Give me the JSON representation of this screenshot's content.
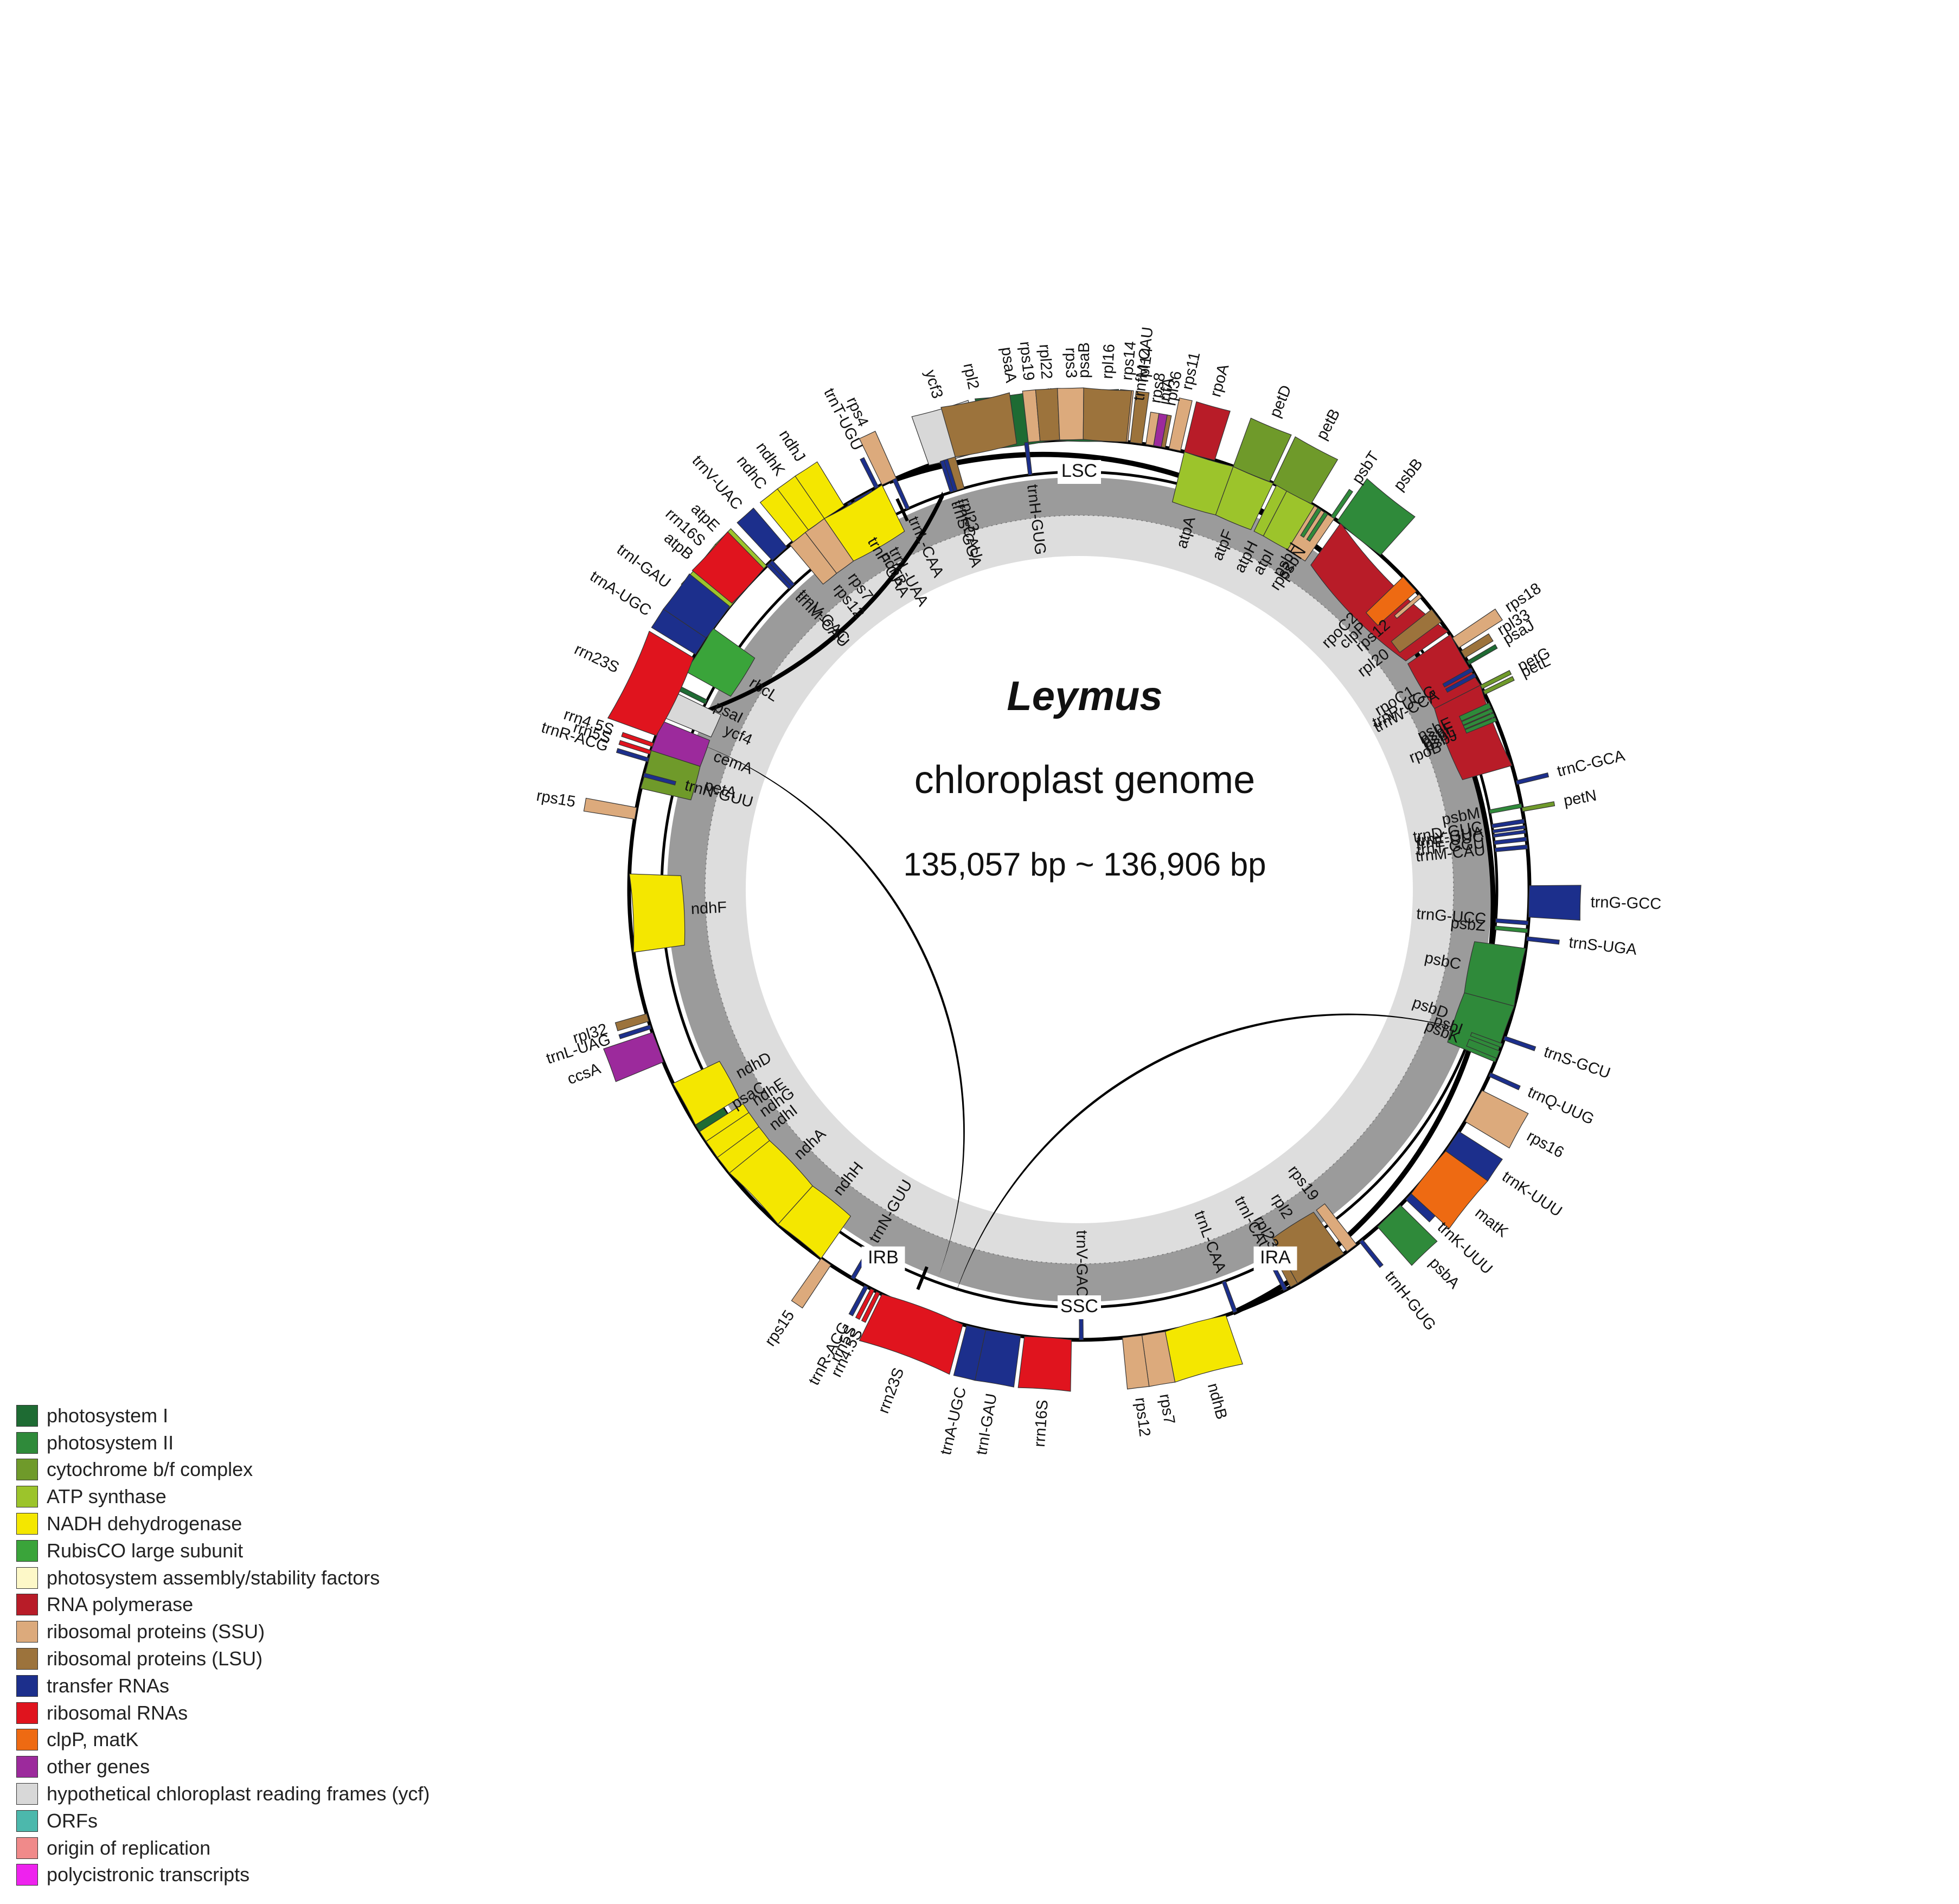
{
  "title": {
    "organism": "Leymus",
    "subtitle": "chloroplast genome",
    "size_range": "135,057 bp ~ 136,906 bp"
  },
  "regions": [
    {
      "label": "LSC"
    },
    {
      "label": "IRA"
    },
    {
      "label": "SSC"
    },
    {
      "label": "IRB"
    }
  ],
  "legend": [
    {
      "label": "photosystem I",
      "color": "#1e6b33"
    },
    {
      "label": "photosystem II",
      "color": "#2f8a3a"
    },
    {
      "label": "cytochrome b/f complex",
      "color": "#6f9a2a"
    },
    {
      "label": "ATP synthase",
      "color": "#9cc42b"
    },
    {
      "label": "NADH dehydrogenase",
      "color": "#f4e700"
    },
    {
      "label": "RubisCO large subunit",
      "color": "#3aa43a"
    },
    {
      "label": "photosystem assembly/stability factors",
      "color": "#fdf8c8"
    },
    {
      "label": "RNA polymerase",
      "color": "#b81c28"
    },
    {
      "label": "ribosomal proteins (SSU)",
      "color": "#dcaa7c"
    },
    {
      "label": "ribosomal proteins (LSU)",
      "color": "#9c733c"
    },
    {
      "label": "transfer RNAs",
      "color": "#1c2f8c"
    },
    {
      "label": "ribosomal RNAs",
      "color": "#e0141e"
    },
    {
      "label": "clpP, matK",
      "color": "#ee6a12"
    },
    {
      "label": "other genes",
      "color": "#9c2a9c"
    },
    {
      "label": "hypothetical chloroplast reading frames (ycf)",
      "color": "#d8d8d8"
    },
    {
      "label": "ORFs",
      "color": "#4cb8ac"
    },
    {
      "label": "origin of replication",
      "color": "#f08a8a"
    },
    {
      "label": "polycistronic transcripts",
      "color": "#ee22ee"
    }
  ],
  "genes": [
    {
      "name": "psaA",
      "cat": "photosystem I",
      "s": 93.5,
      "e": 102.0,
      "side": "out"
    },
    {
      "name": "psaB",
      "cat": "photosystem I",
      "s": 85.5,
      "e": 93.3,
      "side": "out"
    },
    {
      "name": "rps14",
      "cat": "ribosomal proteins (SSU)",
      "s": 83.8,
      "e": 85.3,
      "side": "out"
    },
    {
      "name": "trnfM-CAU",
      "cat": "transfer RNAs",
      "s": 82.7,
      "e": 83.2,
      "side": "out"
    },
    {
      "name": "ycf3",
      "cat": "hypothetical chloroplast reading frames (ycf)",
      "s": 102.8,
      "e": 109.5,
      "side": "out"
    },
    {
      "name": "rps4",
      "cat": "ribosomal proteins (SSU)",
      "s": 114.0,
      "e": 116.0,
      "side": "out"
    },
    {
      "name": "trnT-UGU",
      "cat": "transfer RNAs",
      "s": 116.5,
      "e": 117.0,
      "side": "out"
    },
    {
      "name": "trnS-GGA",
      "cat": "transfer RNAs",
      "s": 107.5,
      "e": 108.0,
      "side": "in"
    },
    {
      "name": "trnL-UAA",
      "cat": "transfer RNAs",
      "s": 117.5,
      "e": 120.0,
      "side": "in"
    },
    {
      "name": "trnF-GAA",
      "cat": "transfer RNAs",
      "s": 120.5,
      "e": 121.0,
      "side": "in"
    },
    {
      "name": "ndhJ",
      "cat": "NADH dehydrogenase",
      "s": 121.5,
      "e": 124.5,
      "side": "out"
    },
    {
      "name": "ndhK",
      "cat": "NADH dehydrogenase",
      "s": 124.5,
      "e": 127.0,
      "side": "out"
    },
    {
      "name": "ndhC",
      "cat": "NADH dehydrogenase",
      "s": 127.0,
      "e": 129.5,
      "side": "out"
    },
    {
      "name": "trnV-UAC",
      "cat": "transfer RNAs",
      "s": 130.5,
      "e": 133.0,
      "side": "out"
    },
    {
      "name": "trnM-CAU",
      "cat": "transfer RNAs",
      "s": 133.5,
      "e": 134.0,
      "side": "in"
    },
    {
      "name": "atpE",
      "cat": "ATP synthase",
      "s": 134.0,
      "e": 136.5,
      "side": "out"
    },
    {
      "name": "atpB",
      "cat": "ATP synthase",
      "s": 136.5,
      "e": 142.5,
      "side": "out"
    },
    {
      "name": "rbcL",
      "cat": "RubisCO large subunit",
      "s": 144.5,
      "e": 151.0,
      "side": "in"
    },
    {
      "name": "psaI",
      "cat": "photosystem I",
      "s": 153.0,
      "e": 153.6,
      "side": "in"
    },
    {
      "name": "ycf4",
      "cat": "hypothetical chloroplast reading frames (ycf)",
      "s": 154.0,
      "e": 157.5,
      "side": "in"
    },
    {
      "name": "cemA",
      "cat": "other genes",
      "s": 158.0,
      "e": 162.0,
      "side": "in"
    },
    {
      "name": "petA",
      "cat": "cytochrome b/f complex",
      "s": 162.0,
      "e": 167.0,
      "side": "in"
    },
    {
      "name": "atpA",
      "cat": "ATP synthase",
      "s": 70.0,
      "e": 76.5,
      "side": "in"
    },
    {
      "name": "atpF",
      "cat": "ATP synthase",
      "s": 64.5,
      "e": 70.0,
      "side": "in"
    },
    {
      "name": "atpH",
      "cat": "ATP synthase",
      "s": 62.5,
      "e": 64.0,
      "side": "in"
    },
    {
      "name": "atpI",
      "cat": "ATP synthase",
      "s": 58.5,
      "e": 62.5,
      "side": "in"
    },
    {
      "name": "rps2",
      "cat": "ribosomal proteins (SSU)",
      "s": 55.5,
      "e": 58.5,
      "side": "in"
    },
    {
      "name": "rpoC2",
      "cat": "RNA polymerase",
      "s": 35.0,
      "e": 54.5,
      "side": "in"
    },
    {
      "name": "rpoC1",
      "cat": "RNA polymerase",
      "s": 27.0,
      "e": 34.5,
      "side": "in"
    },
    {
      "name": "rpoB",
      "cat": "RNA polymerase",
      "s": 16.0,
      "e": 27.0,
      "side": "in"
    },
    {
      "name": "psbM",
      "cat": "photosystem II",
      "s": 10.5,
      "e": 11.0,
      "side": "in"
    },
    {
      "name": "trnC-GCA",
      "cat": "transfer RNAs",
      "s": 13.5,
      "e": 14.0,
      "side": "out"
    },
    {
      "name": "petN",
      "cat": "cytochrome b/f complex",
      "s": 10.0,
      "e": 10.5,
      "side": "out"
    },
    {
      "name": "trnD-GUC",
      "cat": "transfer RNAs",
      "s": 8.5,
      "e": 9.0,
      "side": "in"
    },
    {
      "name": "trnY-GUA",
      "cat": "transfer RNAs",
      "s": 7.8,
      "e": 8.2,
      "side": "in"
    },
    {
      "name": "trnE-UUC",
      "cat": "transfer RNAs",
      "s": 7.2,
      "e": 7.6,
      "side": "in"
    },
    {
      "name": "trnT-GGU",
      "cat": "transfer RNAs",
      "s": 6.2,
      "e": 6.7,
      "side": "in"
    },
    {
      "name": "trnM-CAU",
      "cat": "transfer RNAs",
      "s": 5.2,
      "e": 5.7,
      "side": "in"
    },
    {
      "name": "trnG-GCC",
      "cat": "transfer RNAs",
      "s": -3.5,
      "e": 0.5,
      "side": "out"
    },
    {
      "name": "trnG-UCC",
      "cat": "transfer RNAs",
      "s": -4.5,
      "e": -4.0,
      "side": "in"
    },
    {
      "name": "psbZ",
      "cat": "photosystem II",
      "s": -5.5,
      "e": -5.0,
      "side": "in"
    },
    {
      "name": "psbC",
      "cat": "photosystem II",
      "s": -15.0,
      "e": -7.5,
      "side": "in"
    },
    {
      "name": "trnS-UGA",
      "cat": "transfer RNAs",
      "s": -6.5,
      "e": -6.0,
      "side": "out"
    },
    {
      "name": "psbD",
      "cat": "photosystem II",
      "s": -22.5,
      "e": -15.0,
      "side": "in"
    },
    {
      "name": "psbI",
      "cat": "photosystem II",
      "s": -20.5,
      "e": -20.0,
      "side": "in"
    },
    {
      "name": "trnS-GCU",
      "cat": "transfer RNAs",
      "s": -19.5,
      "e": -19.0,
      "side": "out"
    },
    {
      "name": "psbK",
      "cat": "photosystem II",
      "s": -22.0,
      "e": -21.0,
      "side": "in"
    },
    {
      "name": "trnQ-UUG",
      "cat": "transfer RNAs",
      "s": -24.5,
      "e": -24.0,
      "side": "out"
    },
    {
      "name": "rps16",
      "cat": "ribosomal proteins (SSU)",
      "s": -31.0,
      "e": -26.5,
      "side": "out"
    },
    {
      "name": "trnK-UUU",
      "cat": "transfer RNAs",
      "s": -35.5,
      "e": -32.5,
      "side": "out"
    },
    {
      "name": "matK",
      "cat": "clpP, matK",
      "s": -42.5,
      "e": -35.5,
      "side": "out"
    },
    {
      "name": "trnK-UUU",
      "cat": "transfer RNAs",
      "s": -43.5,
      "e": -42.5,
      "side": "out"
    },
    {
      "name": "psbA",
      "cat": "photosystem II",
      "s": -48.5,
      "e": -44.5,
      "side": "out"
    },
    {
      "name": "trnH-GUG",
      "cat": "transfer RNAs",
      "s": -51.5,
      "e": -51.0,
      "side": "out"
    },
    {
      "name": "rps19",
      "cat": "ribosomal proteins (SSU)",
      "s": -53.5,
      "e": -52.0,
      "side": "in"
    },
    {
      "name": "rpl2",
      "cat": "ribosomal proteins (LSU)",
      "s": -61.0,
      "e": -54.0,
      "side": "in"
    },
    {
      "name": "rpl23",
      "cat": "ribosomal proteins (LSU)",
      "s": -62.0,
      "e": -61.0,
      "side": "in"
    },
    {
      "name": "trnI-CAU",
      "cat": "transfer RNAs",
      "s": -63.0,
      "e": -62.5,
      "side": "in"
    },
    {
      "name": "trnL-CAA",
      "cat": "transfer RNAs",
      "s": -70.0,
      "e": -69.5,
      "side": "in"
    },
    {
      "name": "ndhB",
      "cat": "NADH dehydrogenase",
      "s": -79.0,
      "e": -71.0,
      "side": "out"
    },
    {
      "name": "rps7",
      "cat": "ribosomal proteins (SSU)",
      "s": -82.0,
      "e": -79.0,
      "side": "out"
    },
    {
      "name": "rps12",
      "cat": "ribosomal proteins (SSU)",
      "s": -84.5,
      "e": -82.0,
      "side": "out"
    },
    {
      "name": "trnV-GAC",
      "cat": "transfer RNAs",
      "s": -90.0,
      "e": -89.5,
      "side": "in"
    },
    {
      "name": "rrn16S",
      "cat": "ribosomal RNAs",
      "s": -97.0,
      "e": -91.0,
      "side": "out"
    },
    {
      "name": "trnI-GAU",
      "cat": "transfer RNAs",
      "s": -102.0,
      "e": -97.5,
      "side": "out"
    },
    {
      "name": "trnA-UGC",
      "cat": "transfer RNAs",
      "s": -104.5,
      "e": -102.0,
      "side": "out"
    },
    {
      "name": "rrn23S",
      "cat": "ribosomal RNAs",
      "s": -116.0,
      "e": -105.0,
      "side": "out"
    },
    {
      "name": "rrn4.5S",
      "cat": "ribosomal RNAs",
      "s": -116.8,
      "e": -116.3,
      "side": "out"
    },
    {
      "name": "rrn5S",
      "cat": "ribosomal RNAs",
      "s": -117.6,
      "e": -117.1,
      "side": "out"
    },
    {
      "name": "trnR-ACG",
      "cat": "transfer RNAs",
      "s": -118.5,
      "e": -118.0,
      "side": "out"
    },
    {
      "name": "trnN-GUU",
      "cat": "transfer RNAs",
      "s": -120.5,
      "e": -120.0,
      "side": "in"
    },
    {
      "name": "rps15",
      "cat": "ribosomal proteins (SSU)",
      "s": -125.0,
      "e": -123.5,
      "side": "out"
    },
    {
      "name": "ndhH",
      "cat": "NADH dehydrogenase",
      "s": -132.0,
      "e": -125.0,
      "side": "in"
    },
    {
      "name": "ndhA",
      "cat": "NADH dehydrogenase",
      "s": -141.0,
      "e": -132.0,
      "side": "in"
    },
    {
      "name": "ndhI",
      "cat": "NADH dehydrogenase",
      "s": -143.5,
      "e": -141.0,
      "side": "in"
    },
    {
      "name": "ndhG",
      "cat": "NADH dehydrogenase",
      "s": -146.0,
      "e": -143.5,
      "side": "in"
    },
    {
      "name": "ndhE",
      "cat": "NADH dehydrogenase",
      "s": -147.5,
      "e": -146.0,
      "side": "in"
    },
    {
      "name": "psaC",
      "cat": "photosystem I",
      "s": -148.5,
      "e": -147.5,
      "side": "in"
    },
    {
      "name": "ndhD",
      "cat": "NADH dehydrogenase",
      "s": -154.5,
      "e": -148.5,
      "side": "in"
    },
    {
      "name": "ccsA",
      "cat": "other genes",
      "s": -161.5,
      "e": -157.5,
      "side": "out"
    },
    {
      "name": "trnL-UAG",
      "cat": "transfer RNAs",
      "s": -162.5,
      "e": -162.0,
      "side": "out"
    },
    {
      "name": "rpl32",
      "cat": "ribosomal proteins (LSU)",
      "s": -164.0,
      "e": -163.0,
      "side": "out"
    },
    {
      "name": "ndhF",
      "cat": "NADH dehydrogenase",
      "s": -182.0,
      "e": -172.0,
      "side": "in"
    },
    {
      "name": "rps15",
      "cat": "ribosomal proteins (SSU)",
      "s": -190.5,
      "e": -189.0,
      "side": "out"
    },
    {
      "name": "trnN-GUU",
      "cat": "transfer RNAs",
      "s": -195.0,
      "e": -194.5,
      "side": "in"
    },
    {
      "name": "trnR-ACG",
      "cat": "transfer RNAs",
      "s": -197.0,
      "e": -196.5,
      "side": "out"
    },
    {
      "name": "rrn5S",
      "cat": "ribosomal RNAs",
      "s": -198.0,
      "e": -197.5,
      "side": "out"
    },
    {
      "name": "rrn4.5S",
      "cat": "ribosomal RNAs",
      "s": -199.0,
      "e": -198.5,
      "side": "out"
    },
    {
      "name": "rrn23S",
      "cat": "ribosomal RNAs",
      "s": -211.0,
      "e": -200.0,
      "side": "out"
    },
    {
      "name": "trnA-UGC",
      "cat": "transfer RNAs",
      "s": -214.0,
      "e": -211.5,
      "side": "out"
    },
    {
      "name": "trnI-GAU",
      "cat": "transfer RNAs",
      "s": -219.0,
      "e": -214.0,
      "side": "out"
    },
    {
      "name": "rrn16S",
      "cat": "ribosomal RNAs",
      "s": -225.5,
      "e": -219.5,
      "side": "out"
    },
    {
      "name": "trnV-GAC",
      "cat": "transfer RNAs",
      "s": -227.0,
      "e": -226.5,
      "side": "in"
    },
    {
      "name": "rps12",
      "cat": "ribosomal proteins (SSU)",
      "s": -232.5,
      "e": -230.0,
      "side": "in"
    },
    {
      "name": "rps7",
      "cat": "ribosomal proteins (SSU)",
      "s": -235.5,
      "e": -232.5,
      "side": "in"
    },
    {
      "name": "ndhB",
      "cat": "NADH dehydrogenase",
      "s": -244.0,
      "e": -235.5,
      "side": "in"
    },
    {
      "name": "trnL-CAA",
      "cat": "transfer RNAs",
      "s": -246.0,
      "e": -245.5,
      "side": "in"
    },
    {
      "name": "trnI-CAU",
      "cat": "transfer RNAs",
      "s": -253.0,
      "e": -252.5,
      "side": "in"
    },
    {
      "name": "rpl23",
      "cat": "ribosomal proteins (LSU)",
      "s": -254.0,
      "e": -253.0,
      "side": "in"
    },
    {
      "name": "rpl2",
      "cat": "ribosomal proteins (LSU)",
      "s": -262.0,
      "e": -254.0,
      "side": "out"
    },
    {
      "name": "trnH-GUG",
      "cat": "transfer RNAs",
      "s": -263.5,
      "e": -263.0,
      "side": "in"
    },
    {
      "name": "rps19",
      "cat": "ribosomal proteins (SSU)",
      "s": -265.0,
      "e": -263.5,
      "side": "out"
    },
    {
      "name": "rpl22",
      "cat": "ribosomal proteins (LSU)",
      "s": -267.5,
      "e": -265.0,
      "side": "out"
    },
    {
      "name": "rps3",
      "cat": "ribosomal proteins (SSU)",
      "s": -270.5,
      "e": -267.5,
      "side": "out"
    },
    {
      "name": "rpl16",
      "cat": "ribosomal proteins (LSU)",
      "s": -276.0,
      "e": -270.5,
      "side": "out"
    },
    {
      "name": "rpl14",
      "cat": "ribosomal proteins (LSU)",
      "s": -278.0,
      "e": -276.5,
      "side": "out"
    },
    {
      "name": "rps8",
      "cat": "ribosomal proteins (SSU)",
      "s": -279.5,
      "e": -278.5,
      "side": "out"
    },
    {
      "name": "infA",
      "cat": "other genes",
      "s": -280.5,
      "e": -279.5,
      "side": "out"
    },
    {
      "name": "rpl36",
      "cat": "ribosomal proteins (LSU)",
      "s": -281.0,
      "e": -280.5,
      "side": "out"
    },
    {
      "name": "rps11",
      "cat": "ribosomal proteins (SSU)",
      "s": -283.0,
      "e": -281.5,
      "side": "out"
    },
    {
      "name": "rpoA",
      "cat": "RNA polymerase",
      "s": -287.5,
      "e": -283.5,
      "side": "out"
    },
    {
      "name": "petD",
      "cat": "cytochrome b/f complex",
      "s": -295.0,
      "e": -290.0,
      "side": "out"
    },
    {
      "name": "petB",
      "cat": "cytochrome b/f complex",
      "s": -301.0,
      "e": -295.5,
      "side": "out"
    },
    {
      "name": "psbH",
      "cat": "photosystem II",
      "s": -302.5,
      "e": -302.0,
      "side": "in"
    },
    {
      "name": "psbN",
      "cat": "photosystem II",
      "s": -303.5,
      "e": -303.0,
      "side": "in"
    },
    {
      "name": "psbT",
      "cat": "photosystem II",
      "s": -304.5,
      "e": -304.0,
      "side": "out"
    },
    {
      "name": "psbB",
      "cat": "photosystem II",
      "s": -312.0,
      "e": -305.0,
      "side": "out"
    },
    {
      "name": "clpP",
      "cat": "clpP, matK",
      "s": -318.5,
      "e": -316.0,
      "side": "in"
    },
    {
      "name": "rps12",
      "cat": "ribosomal proteins (SSU)",
      "s": -319.5,
      "e": -319.0,
      "side": "in"
    },
    {
      "name": "rpl20",
      "cat": "ribosomal proteins (LSU)",
      "s": -323.5,
      "e": -321.5,
      "side": "in"
    },
    {
      "name": "rps18",
      "cat": "ribosomal proteins (SSU)",
      "s": -327.5,
      "e": -326.0,
      "side": "out"
    },
    {
      "name": "rpl33",
      "cat": "ribosomal proteins (LSU)",
      "s": -329.0,
      "e": -328.0,
      "side": "out"
    },
    {
      "name": "psaJ",
      "cat": "photosystem I",
      "s": -330.0,
      "e": -329.5,
      "side": "out"
    },
    {
      "name": "trnP-UGG",
      "cat": "transfer RNAs",
      "s": -331.0,
      "e": -330.5,
      "side": "in"
    },
    {
      "name": "trnW-CCA",
      "cat": "transfer RNAs",
      "s": -331.8,
      "e": -331.3,
      "side": "in"
    },
    {
      "name": "petG",
      "cat": "cytochrome b/f complex",
      "s": -333.5,
      "e": -333.0,
      "side": "out"
    },
    {
      "name": "petL",
      "cat": "cytochrome b/f complex",
      "s": -334.3,
      "e": -333.8,
      "side": "out"
    },
    {
      "name": "psbE",
      "cat": "photosystem II",
      "s": -336.2,
      "e": -335.5,
      "side": "in"
    },
    {
      "name": "psbF",
      "cat": "photosystem II",
      "s": -336.8,
      "e": -336.3,
      "side": "in"
    },
    {
      "name": "psbL",
      "cat": "photosystem II",
      "s": -337.4,
      "e": -336.9,
      "side": "in"
    },
    {
      "name": "psbJ",
      "cat": "photosystem II",
      "s": -338.0,
      "e": -337.5,
      "side": "in"
    }
  ]
}
